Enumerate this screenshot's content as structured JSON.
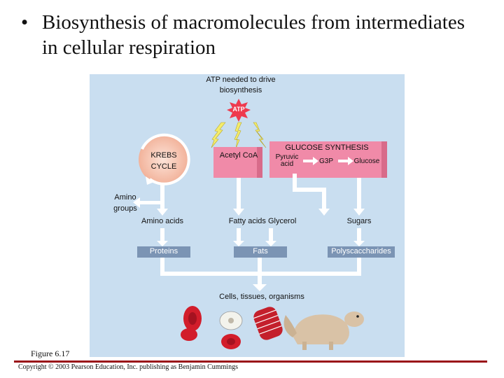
{
  "slide": {
    "bullet": "•",
    "title": "Biosynthesis of macromolecules from intermediates in cellular respiration",
    "figure_label": "Figure 6.17",
    "copyright": "Copyright © 2003 Pearson Education, Inc. publishing as Benjamin Cummings"
  },
  "diagram": {
    "atp_needed": "ATP needed to drive biosynthesis",
    "atp": "ATP",
    "krebs": "KREBS CYCLE",
    "acetyl_coa": "Acetyl CoA",
    "glucose_synthesis": "GLUCOSE SYNTHESIS",
    "pyruvic_acid": "Pyruvic acid",
    "g3p": "G3P",
    "glucose": "Glucose",
    "amino_groups": "Amino groups",
    "amino_acids": "Amino acids",
    "fatty_acids_glycerol": "Fatty acids  Glycerol",
    "sugars": "Sugars",
    "proteins": "Proteins",
    "fats": "Fats",
    "polysaccharides": "Polyscaccharides",
    "cells": "Cells, tissues, organisms"
  },
  "colors": {
    "panel": "#c9def0",
    "arrow": "#ffffff",
    "box": "#7b94b4",
    "pink": "#f08aa8",
    "krebs_fill": "#f6c9b8",
    "atp": "#ee3a4e",
    "rule": "#9a0f18"
  }
}
